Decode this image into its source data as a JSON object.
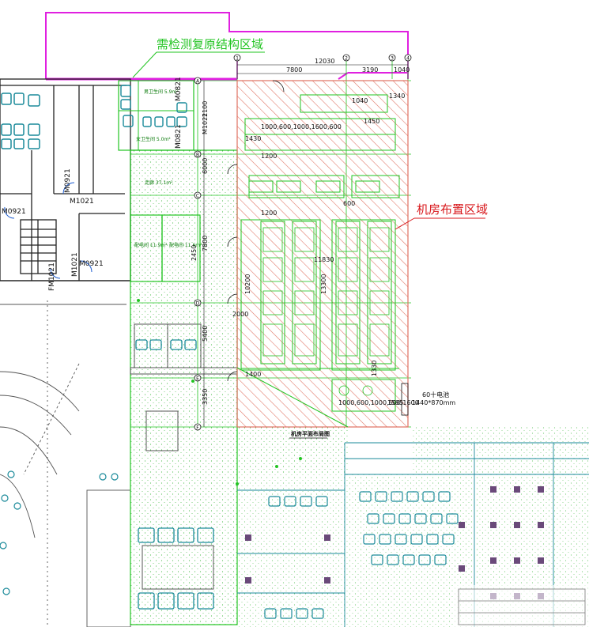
{
  "annotations": {
    "restore_area": "需检测复原结构区域",
    "machine_room_area": "机房布置区域",
    "plan_title": "机房平面布局图",
    "ups_cabinet": "60十电池",
    "ups_size": "1440*870mm"
  },
  "top_dims": {
    "main": "12030",
    "left": "7800",
    "mid": "3190",
    "right": "1040"
  },
  "axis_columns": [
    "1",
    "2",
    "3",
    "4"
  ],
  "axis_rows": [
    "A",
    "B",
    "C",
    "D",
    "E",
    "F"
  ],
  "vertical_dims": [
    "2100",
    "6000",
    "7800",
    "2450",
    "5400",
    "3350"
  ],
  "inner_dims": {
    "d1": "1000,600,1000,1600,600",
    "d2": "1000,600,1000,600,1600",
    "d3": "11830",
    "d4": "13300",
    "d5": "10200",
    "d6": "1400",
    "d7": "1330",
    "d8": "1595",
    "d9": "1200",
    "d10": "600",
    "d11": "1450",
    "d12": "1040",
    "d13": "1340",
    "d14": "1430",
    "d15": "1200",
    "d16": "2000"
  },
  "doors": {
    "m0921_a": "M0921",
    "m1021_a": "M1021",
    "m0921_b": "M0921",
    "m0921_c": "M0921",
    "fm1021": "FM1021",
    "m0821_a": "M0821",
    "m0821_b": "M0821",
    "m1021_b": "M1021"
  },
  "rooms": {
    "toilet_m": "男卫生间 5.9m²",
    "toilet_f": "女卫生间 5.0m²",
    "corridor": "走廊 37.1m²",
    "elec1": "配电间 11.9m²",
    "elec2": "配电间 11.6m²"
  },
  "colors": {
    "magenta": "#e020e0",
    "green": "#22c422",
    "red": "#d8181c",
    "hatch": "#e07060",
    "teal": "#1a8a9a",
    "dark": "#222222"
  }
}
